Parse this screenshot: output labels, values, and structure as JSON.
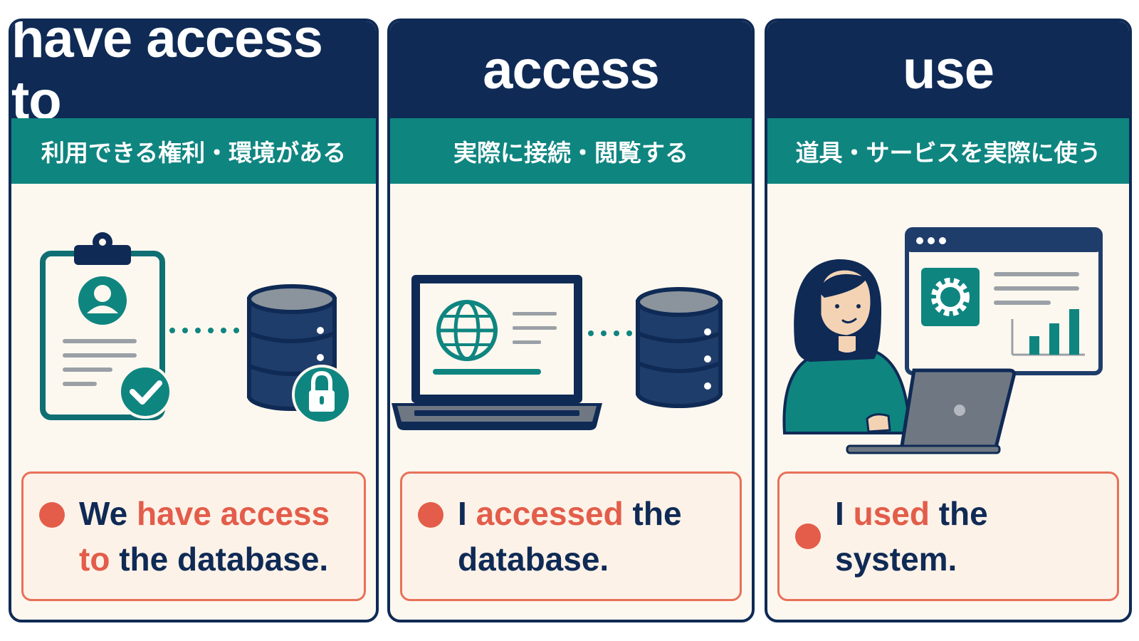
{
  "colors": {
    "navy": "#0f2a55",
    "teal": "#0f8580",
    "coral": "#e35d4a",
    "cream": "#fdf8ef"
  },
  "cards": [
    {
      "title": "have access to",
      "subtitle": "利用できる権利・環境がある",
      "icons": [
        "clipboard-profile-icon",
        "checkmark-icon",
        "database-icon",
        "lock-icon"
      ],
      "sentence": {
        "pre": "We ",
        "highlight": "have access to",
        "post": " the database."
      }
    },
    {
      "title": "access",
      "subtitle": "実際に接続・閲覧する",
      "icons": [
        "laptop-icon",
        "globe-icon",
        "database-icon"
      ],
      "sentence": {
        "pre": "I ",
        "highlight": "accessed",
        "post": " the database."
      }
    },
    {
      "title": "use",
      "subtitle": "道具・サービスを実際に使う",
      "icons": [
        "woman-user-icon",
        "laptop-icon",
        "app-window-icon",
        "gear-icon",
        "bar-chart-icon"
      ],
      "sentence": {
        "pre": "I ",
        "highlight": "used",
        "post": " the system."
      }
    }
  ]
}
